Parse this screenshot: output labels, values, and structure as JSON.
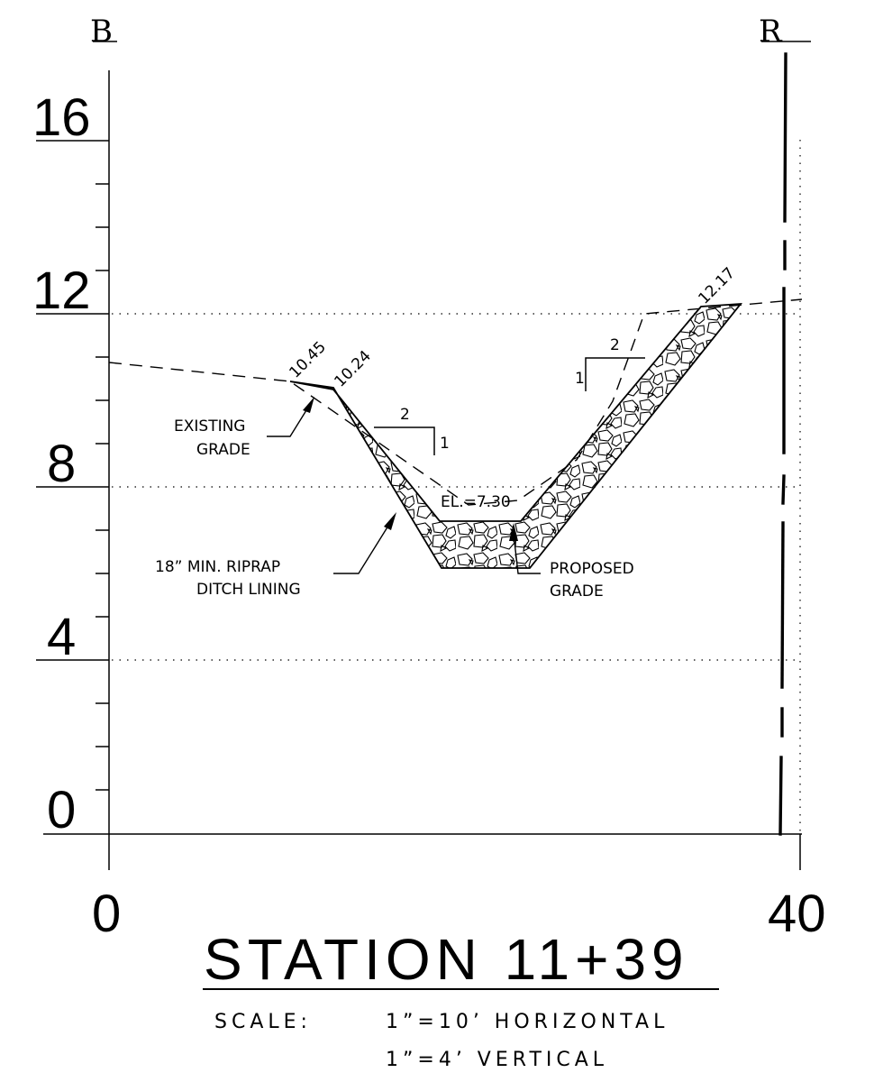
{
  "markers": {
    "left": "B",
    "right": "R"
  },
  "y_axis": {
    "labels": [
      "16",
      "12",
      "8",
      "4",
      "0"
    ]
  },
  "x_axis": {
    "labels": [
      "0",
      "40"
    ]
  },
  "elevations": {
    "left_top_existing": "10.45",
    "left_top_proposed": "10.24",
    "right_top": "12.17",
    "bottom": "EL.=7.30"
  },
  "slopes": {
    "left": {
      "run": "2",
      "rise": "1"
    },
    "right": {
      "run": "2",
      "rise": "1"
    }
  },
  "notes": {
    "existing_grade": [
      "EXISTING",
      "GRADE"
    ],
    "riprap": [
      "18”  MIN.  RIPRAP",
      "DITCH  LINING"
    ],
    "proposed_grade": [
      "PROPOSED",
      "GRADE"
    ]
  },
  "title": "STATION 11+39",
  "scale": {
    "label": "SCALE:",
    "horizontal": "1”=10’  HORIZONTAL",
    "vertical": "1”=4’  VERTICAL"
  }
}
